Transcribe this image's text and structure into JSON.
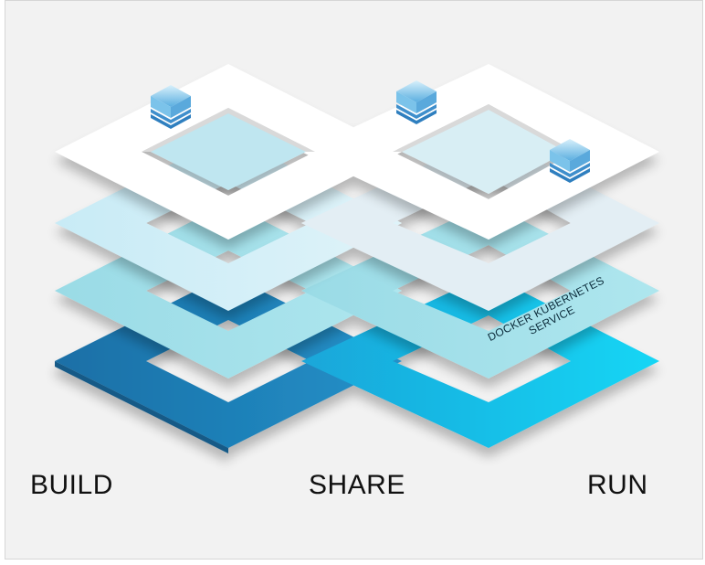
{
  "labels": {
    "build": "BUILD",
    "share": "SHARE",
    "run": "RUN"
  },
  "service_label": {
    "line1": "DOCKER KUBERNETES",
    "line2": "SERVICE"
  },
  "colors": {
    "background": "#f2f2f2",
    "layer_top": "#ffffff",
    "layer_2": "#cdeef7",
    "layer_3": "#9fe0ea",
    "layer_bottom_left": "#1e7fb8",
    "layer_bottom_right": "#18c0e8",
    "cube": "#4aa3d9"
  }
}
